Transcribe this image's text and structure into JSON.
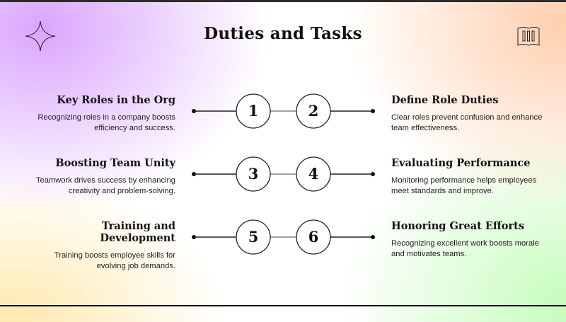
{
  "header": {
    "title": "Duties and Tasks",
    "left_icon": "sparkle-icon",
    "right_icon": "map-icon"
  },
  "items": [
    {
      "number": "1",
      "title": "Key Roles in the Org",
      "description": "Recognizing roles in a company boosts efficiency and success."
    },
    {
      "number": "2",
      "title": "Define Role Duties",
      "description": "Clear roles prevent confusion and enhance team effectiveness."
    },
    {
      "number": "3",
      "title": "Boosting Team Unity",
      "description": "Teamwork drives success by enhancing creativity and problem-solving."
    },
    {
      "number": "4",
      "title": "Evaluating Performance",
      "description": "Monitoring performance helps employees meet standards and improve."
    },
    {
      "number": "5",
      "title": "Training and Development",
      "description": "Training boosts employee skills for evolving job demands."
    },
    {
      "number": "6",
      "title": "Honoring Great Efforts",
      "description": "Recognizing excellent work boosts morale and motivates teams."
    }
  ]
}
